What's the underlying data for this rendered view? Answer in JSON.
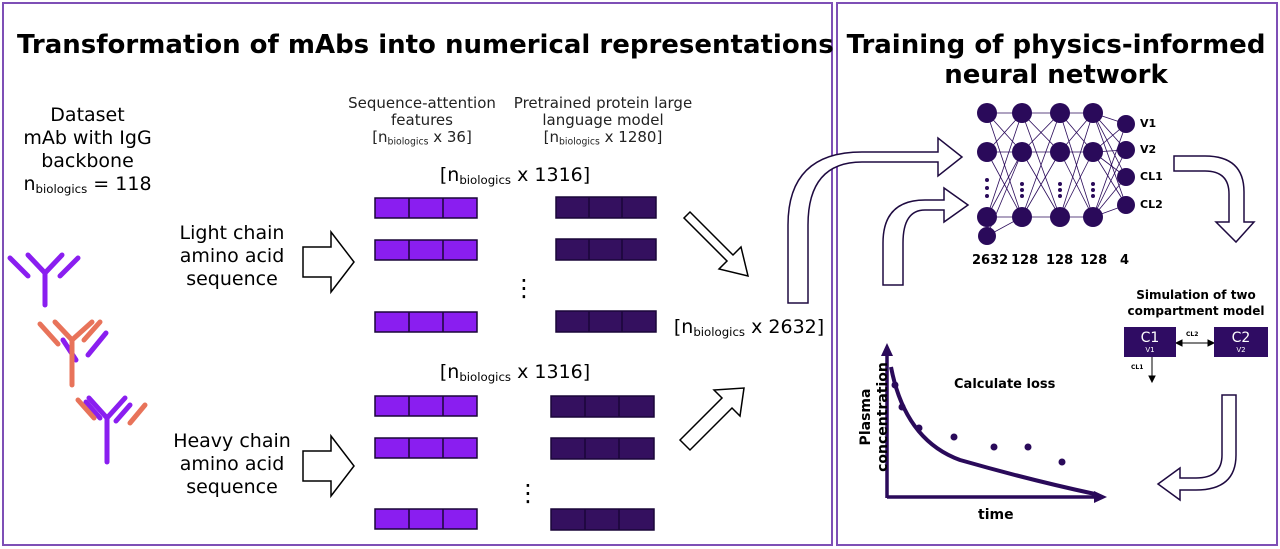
{
  "left_panel": {
    "title": "Transformation of mAbs into numerical representations",
    "dataset": {
      "line1": "Dataset",
      "line2": "mAb with IgG",
      "line3": "backbone",
      "n_main": "n",
      "n_sub": "biologics",
      "n_tail": " = 118"
    },
    "light_chain": [
      "Light chain",
      "amino acid",
      "sequence"
    ],
    "heavy_chain": [
      "Heavy chain",
      "amino acid",
      "sequence"
    ],
    "seq_attention": {
      "line1": "Sequence-attention",
      "line2": "features",
      "dim_open": "[n",
      "dim_sub": "biologics",
      "dim_tail": " x 36]"
    },
    "plm": {
      "line1": "Pretrained protein large",
      "line2": "language model",
      "dim_open": "[n",
      "dim_sub": "biologics",
      "dim_tail": " x 1280]"
    },
    "dim_1316_top": {
      "open": "[n",
      "sub": "biologics",
      "tail": " x 1316]"
    },
    "dim_1316_bottom": {
      "open": "[n",
      "sub": "biologics",
      "tail": " x 1316]"
    },
    "dim_2632": {
      "open": "[n",
      "sub": "biologics",
      "tail": " x 2632]"
    },
    "ellipsis": "⋮"
  },
  "right_panel": {
    "title_line1": "Training of physics-informed",
    "title_line2": "neural network",
    "outputs": [
      "V1",
      "V2",
      "CL1",
      "CL2"
    ],
    "layer_sizes": [
      "2632",
      "128",
      "128",
      "128",
      "4"
    ],
    "simulation": {
      "line1": "Simulation of two",
      "line2": "compartment model",
      "c1": "C1",
      "c1_sub": "V1",
      "c2": "C2",
      "c2_sub": "V2",
      "cl2": "CL2",
      "cl1": "CL1"
    },
    "loss_label": "Calculate loss",
    "y_axis_line1": "Plasma",
    "y_axis_line2": "concentration",
    "x_axis": "time"
  },
  "colors": {
    "border": "#7e4fb6",
    "violet_bright": "#8a1ef0",
    "violet_dark": "#34105f",
    "navy": "#2f0c63",
    "orange": "#e8735a"
  }
}
